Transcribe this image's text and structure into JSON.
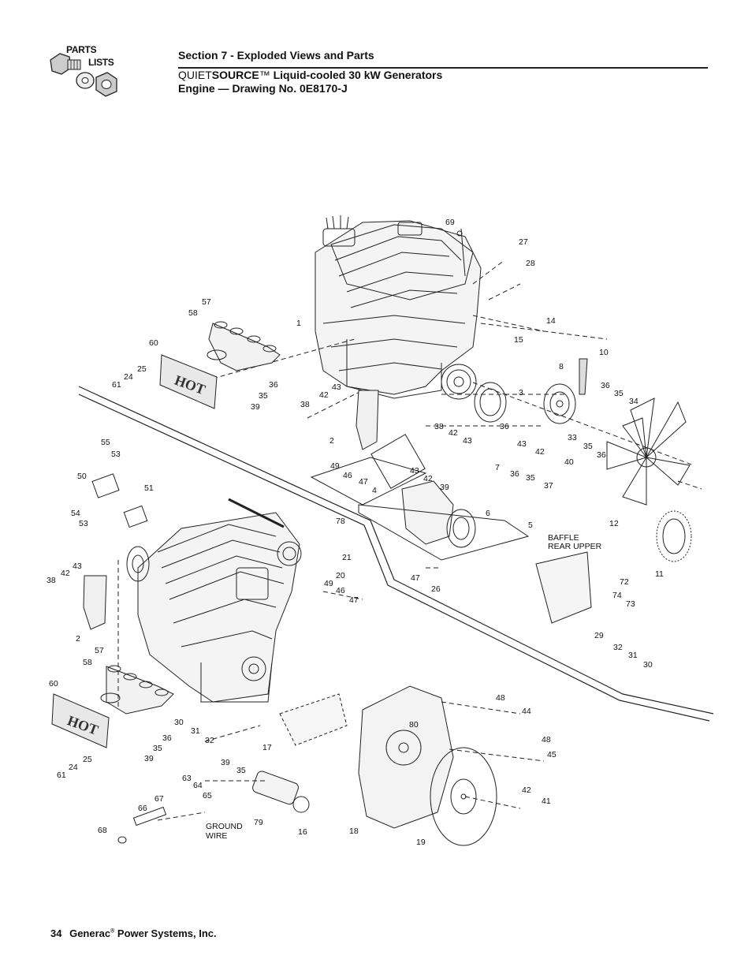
{
  "header": {
    "logo_line1": "PARTS",
    "logo_line2": "LISTS",
    "section_title": "Section 7 - Exploded Views and Parts",
    "subtitle_prefix": "QUIET",
    "subtitle_brand": "SOURCE",
    "subtitle_tm": "™",
    "subtitle_rest": " Liquid-cooled 30 kW Generators",
    "drawing_title": "Engine — Drawing No. 0E8170-J"
  },
  "drawing": {
    "callouts": [
      "1",
      "2",
      "3",
      "4",
      "5",
      "6",
      "7",
      "8",
      "10",
      "11",
      "12",
      "14",
      "15",
      "16",
      "17",
      "18",
      "19",
      "20",
      "21",
      "24",
      "25",
      "26",
      "27",
      "28",
      "29",
      "30",
      "31",
      "32",
      "33",
      "34",
      "35",
      "36",
      "37",
      "38",
      "39",
      "40",
      "41",
      "42",
      "43",
      "44",
      "45",
      "46",
      "47",
      "48",
      "49",
      "50",
      "51",
      "53",
      "54",
      "55",
      "57",
      "58",
      "60",
      "61",
      "63",
      "64",
      "65",
      "66",
      "67",
      "68",
      "69",
      "72",
      "73",
      "74",
      "78",
      "79",
      "80"
    ],
    "notes": {
      "baffle_line1": "BAFFLE",
      "baffle_line2": "REAR UPPER",
      "ground_line1": "GROUND",
      "ground_line2": "WIRE",
      "hot": "HOT"
    }
  },
  "footer": {
    "page_number": "34",
    "company": "Generac",
    "registered": "®",
    "company_rest": " Power Systems, Inc."
  }
}
